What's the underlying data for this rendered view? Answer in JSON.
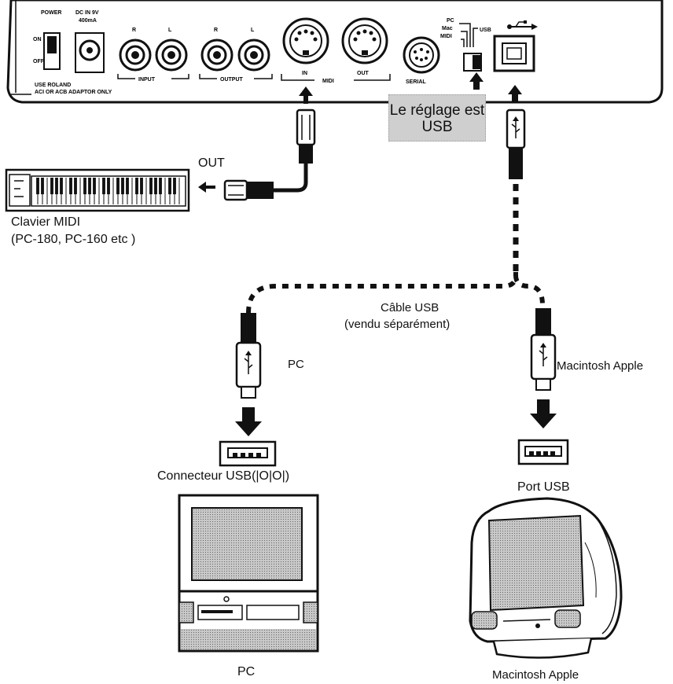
{
  "panel": {
    "power": "POWER",
    "on": "ON",
    "off": "OFF",
    "dc_in": "DC IN 9V",
    "dc_ma": "400mA",
    "adapter_line1": "USE ROLAND",
    "adapter_line2": "ACI OR ACB ADAPTOR ONLY",
    "input_r": "R",
    "input_l": "L",
    "input": "INPUT",
    "output_r": "R",
    "output_l": "L",
    "output": "OUTPUT",
    "midi_in": "IN",
    "midi": "MIDI",
    "midi_out": "OUT",
    "serial": "SERIAL",
    "sw_pc": "PC",
    "sw_mac": "Mac",
    "sw_midi": "MIDI",
    "sw_usb": "USB"
  },
  "labels": {
    "setting": "Le réglage est USB",
    "out": "OUT",
    "keyboard_name": "Clavier MIDI",
    "keyboard_models": "(PC-180, PC-160 etc )",
    "cable_line1": "Câble USB",
    "cable_line2": "(vendu séparément)",
    "pc_plug": "PC",
    "mac_plug": "Macintosh Apple",
    "pc_connector": "Connecteur USB(|O|O|)",
    "mac_port": "Port USB",
    "pc_bottom": "PC",
    "mac_bottom": "Macintosh Apple"
  },
  "colors": {
    "ink": "#111111",
    "screen_gray": "#a6a6a6",
    "note_bg": "#cfcfcf"
  }
}
